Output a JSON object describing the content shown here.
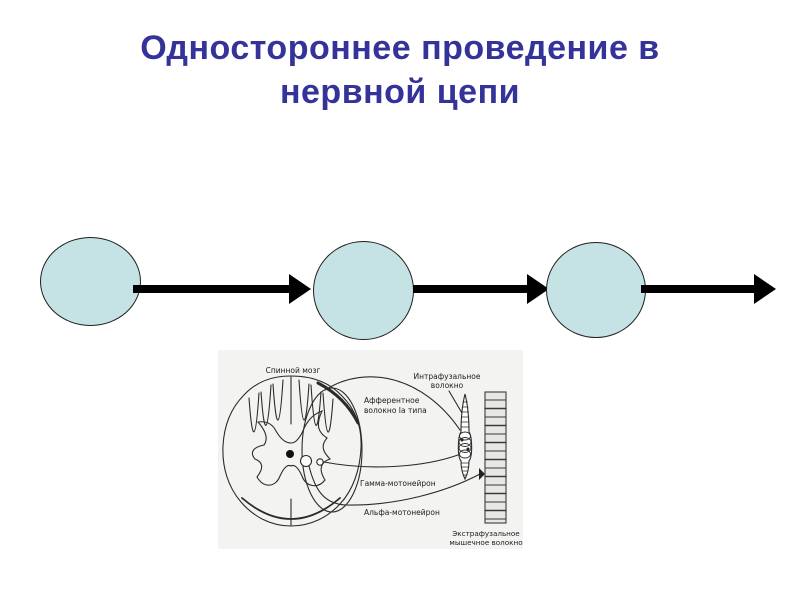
{
  "title": {
    "lines": [
      "Одностороннее проведение в",
      "нервной цепи"
    ],
    "color": "#333399"
  },
  "neuron_chain": {
    "neuron_count": 3,
    "arrow_count": 3,
    "neuron_fill": "#c5e2e4",
    "neuron_stroke": "#1f1f1f",
    "arrow_color": "#000000",
    "direction": "left-to-right"
  },
  "figure": {
    "background": "#f3f3f1",
    "labels": {
      "spinal_cord": "Спинной мозг",
      "intrafusal_line1": "Интрафузальное",
      "intrafusal_line2": "волокно",
      "afferent_line1": "Афферентное",
      "afferent_line2": "волокно Ia типа",
      "gamma_motoneuron": "Гамма-мотонейрон",
      "alpha_motoneuron": "Альфа-мотонейрон",
      "extrafusal_line1": "Экстрафузальное",
      "extrafusal_line2": "мышечное волокно"
    }
  }
}
